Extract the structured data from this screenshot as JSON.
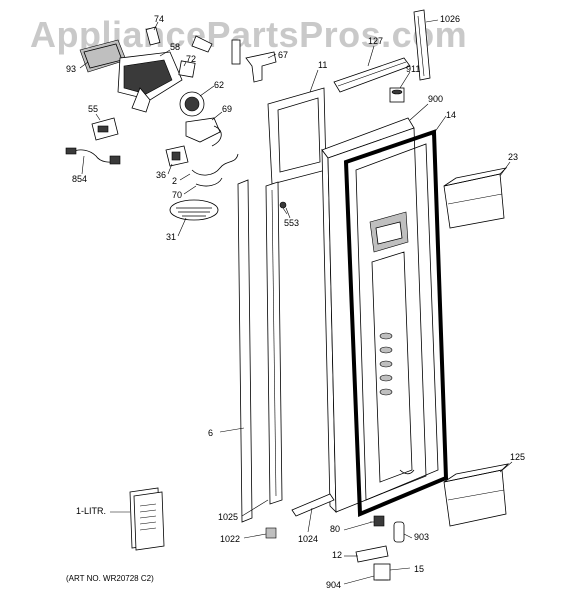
{
  "watermark": "AppliancePartsPros.com",
  "art_number": "(ART NO. WR20728 C2)",
  "callouts": {
    "c74": "74",
    "c58": "58",
    "c93": "93",
    "c72": "72",
    "c62": "62",
    "c67": "67",
    "c55": "55",
    "c854": "854",
    "c36": "36",
    "c2": "2",
    "c70": "70",
    "c69": "69",
    "c31": "31",
    "c553": "553",
    "c11": "11",
    "c127": "127",
    "c1026": "1026",
    "c911": "911",
    "c900": "900",
    "c14": "14",
    "c23": "23",
    "c6": "6",
    "c1_litr": "1-LITR.",
    "c1025": "1025",
    "c1022": "1022",
    "c1024": "1024",
    "c80": "80",
    "c903": "903",
    "c12": "12",
    "c15": "15",
    "c904": "904",
    "c125": "125"
  }
}
